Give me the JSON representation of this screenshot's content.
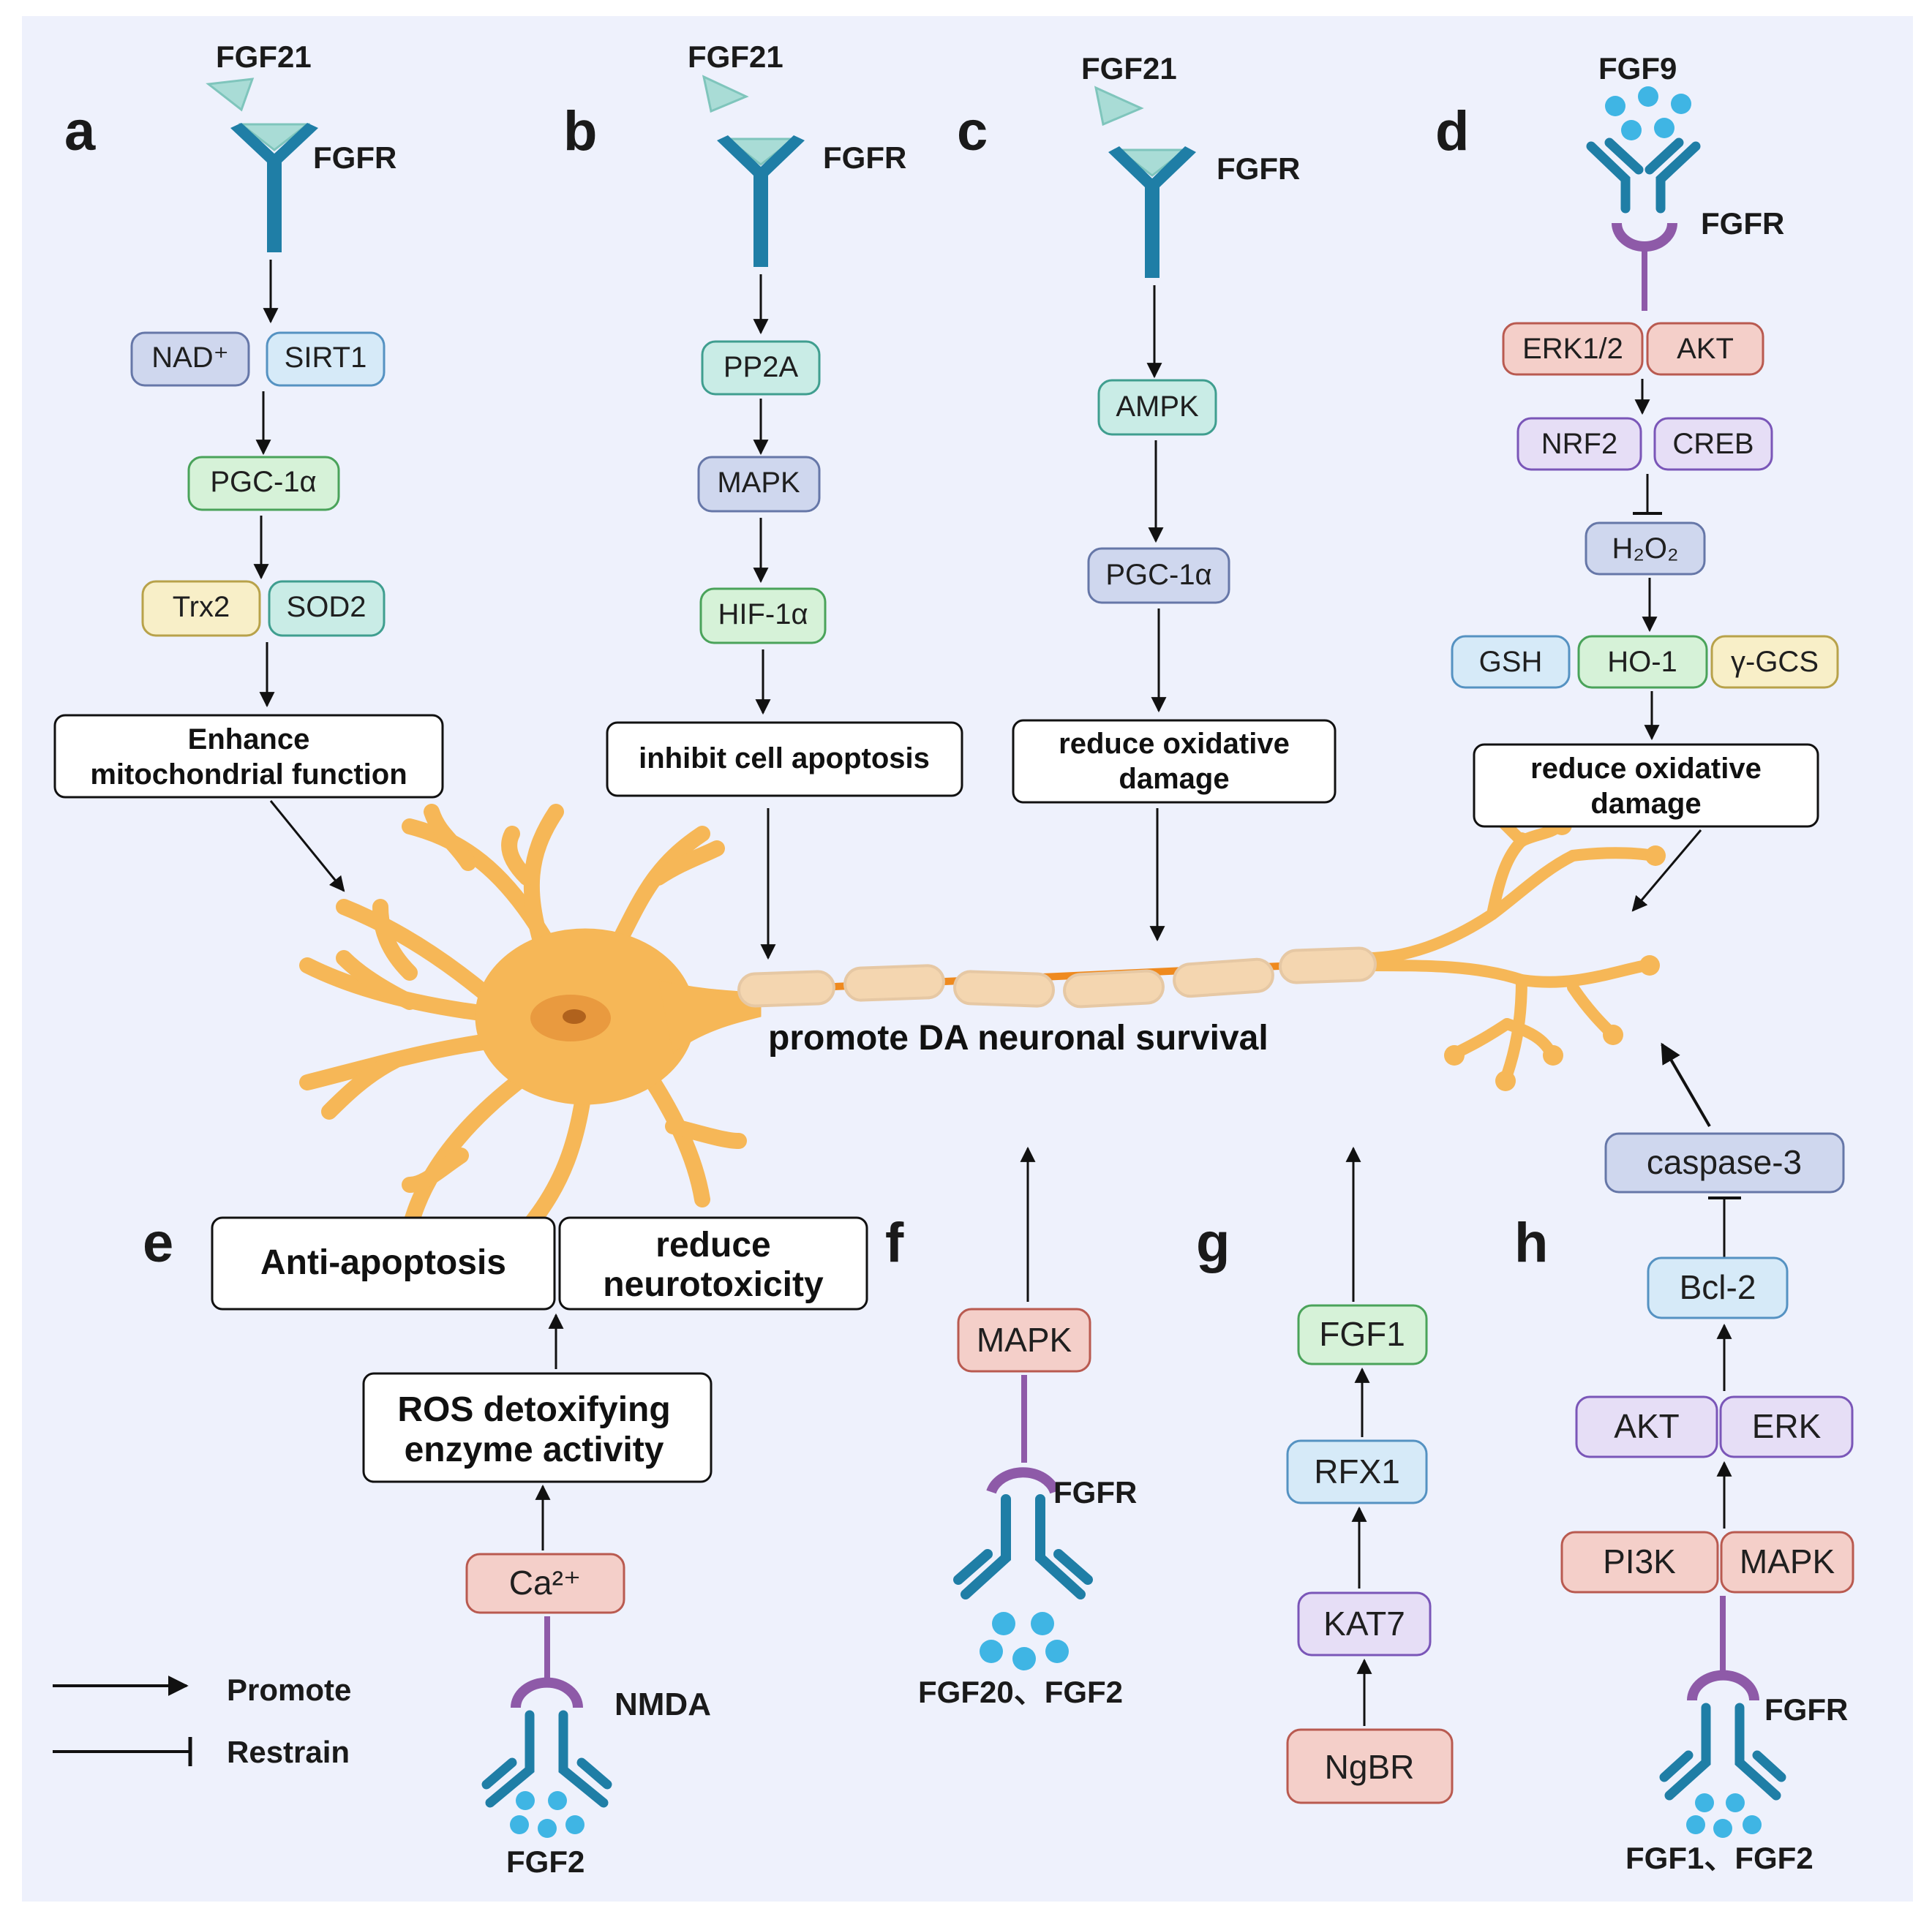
{
  "panels": [
    "a",
    "b",
    "c",
    "d",
    "e",
    "f",
    "g",
    "h"
  ],
  "panel_a": {
    "ligand": "FGF21",
    "receptor": "FGFR",
    "nodes": [
      "NAD⁺",
      "SIRT1",
      "PGC-1α",
      "Trx2",
      "SOD2"
    ],
    "outcome": [
      "Enhance",
      "mitochondrial function"
    ]
  },
  "panel_b": {
    "ligand": "FGF21",
    "receptor": "FGFR",
    "nodes": [
      "PP2A",
      "MAPK",
      "HIF-1α"
    ],
    "outcome": [
      "inhibit cell apoptosis"
    ]
  },
  "panel_c": {
    "ligand": "FGF21",
    "receptor": "FGFR",
    "nodes": [
      "AMPK",
      "PGC-1α"
    ],
    "outcome": [
      "reduce oxidative",
      "damage"
    ]
  },
  "panel_d": {
    "ligand": "FGF9",
    "receptor": "FGFR",
    "nodes": [
      "ERK1/2",
      "AKT",
      "NRF2",
      "CREB",
      "H₂O₂",
      "GSH",
      "HO-1",
      "γ-GCS"
    ],
    "outcome": [
      "reduce oxidative",
      "damage"
    ]
  },
  "panel_e": {
    "ligand": "FGF2",
    "receptor": "NMDA",
    "nodes": [
      "Ca²⁺"
    ],
    "middle": [
      "ROS detoxifying",
      "enzyme activity"
    ],
    "outcomes": [
      "Anti-apoptosis",
      "reduce",
      "neurotoxicity"
    ]
  },
  "panel_f": {
    "ligand": "FGF20、FGF2",
    "receptor": "FGFR",
    "nodes": [
      "MAPK"
    ]
  },
  "panel_g": {
    "nodes": [
      "FGF1",
      "RFX1",
      "KAT7",
      "NgBR"
    ]
  },
  "panel_h": {
    "ligand": "FGF1、FGF2",
    "receptor": "FGFR",
    "nodes": [
      "PI3K",
      "MAPK",
      "AKT",
      "ERK",
      "Bcl-2",
      "caspase-3"
    ]
  },
  "center_label": "promote DA  neuronal survival",
  "legend": {
    "promote": "Promote",
    "restrain": "Restrain"
  },
  "colors": {
    "background": "#eef1fc",
    "neuron": "#f6b757",
    "receptor": "#1f7ea6",
    "ligand_fgf21": "#a9dcd6",
    "ligand_dots": "#3fb5e4",
    "docking": "#8e5aa8",
    "box_blue_gray": "#cfd7ee",
    "box_light_blue": "#d6eaf8",
    "box_green": "#d6f2d8",
    "box_teal": "#c9ece6",
    "box_yellow": "#f8efc8",
    "box_red": "#f4cfc9",
    "box_purple": "#e6def6"
  }
}
